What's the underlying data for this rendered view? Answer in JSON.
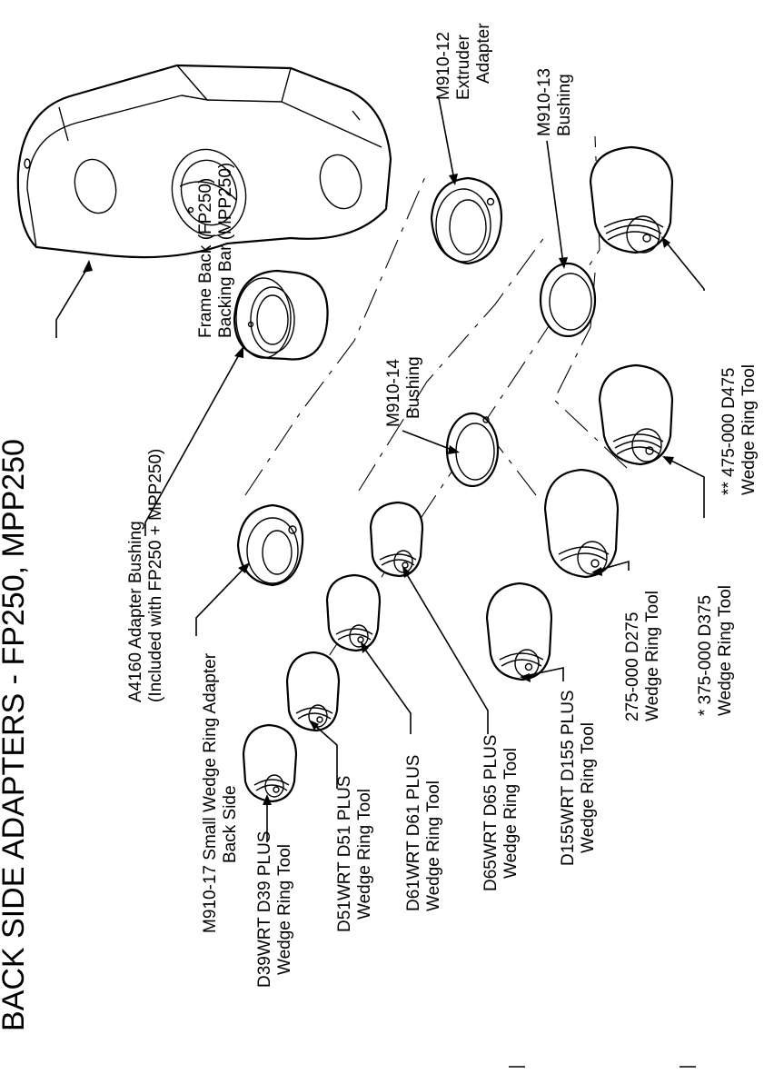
{
  "title": "BACK SIDE ADAPTERS - FP250, MPP250",
  "labels": {
    "frame_back": [
      "Frame Back (FP250)",
      "Backing Bar (MPP250)"
    ],
    "a4160": [
      "A4160 Adapter Bushing",
      "(Included with FP250 + MPP250)"
    ],
    "m910_17": [
      "M910-17 Small Wedge Ring Adapter",
      "Back Side"
    ],
    "d39": [
      "D39WRT D39 PLUS",
      "Wedge Ring Tool"
    ],
    "d51": [
      "D51WRT D51 PLUS",
      "Wedge Ring Tool"
    ],
    "d61": [
      "D61WRT D61 PLUS",
      "Wedge Ring Tool"
    ],
    "d65": [
      "D65WRT D65 PLUS",
      "Wedge Ring Tool"
    ],
    "d155": [
      "D155WRT D155 PLUS",
      "Wedge Ring Tool"
    ],
    "m910_14": [
      "M910-14",
      "Bushing"
    ],
    "d275": [
      "275-000 D275",
      "Wedge Ring Tool"
    ],
    "d375": [
      "*  375-000 D375",
      "Wedge Ring Tool"
    ],
    "d475": [
      "** 475-000 D475",
      "Wedge Ring Tool"
    ],
    "m910_13": [
      "M910-13",
      "Bushing"
    ],
    "m910_12": [
      "M910-12",
      "Extruder",
      "Adapter"
    ]
  }
}
